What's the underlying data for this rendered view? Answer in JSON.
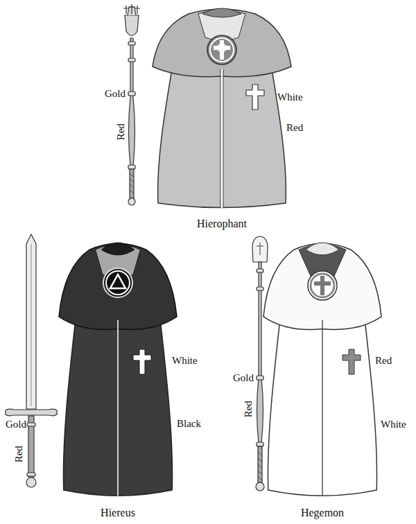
{
  "diagram": {
    "labels": [
      "Gold",
      "Red",
      "White",
      "Red",
      "Hierophant",
      "Gold",
      "Red",
      "White",
      "Black",
      "Hiereus",
      "Gold",
      "Red",
      "Red",
      "White",
      "Hegemon"
    ]
  }
}
